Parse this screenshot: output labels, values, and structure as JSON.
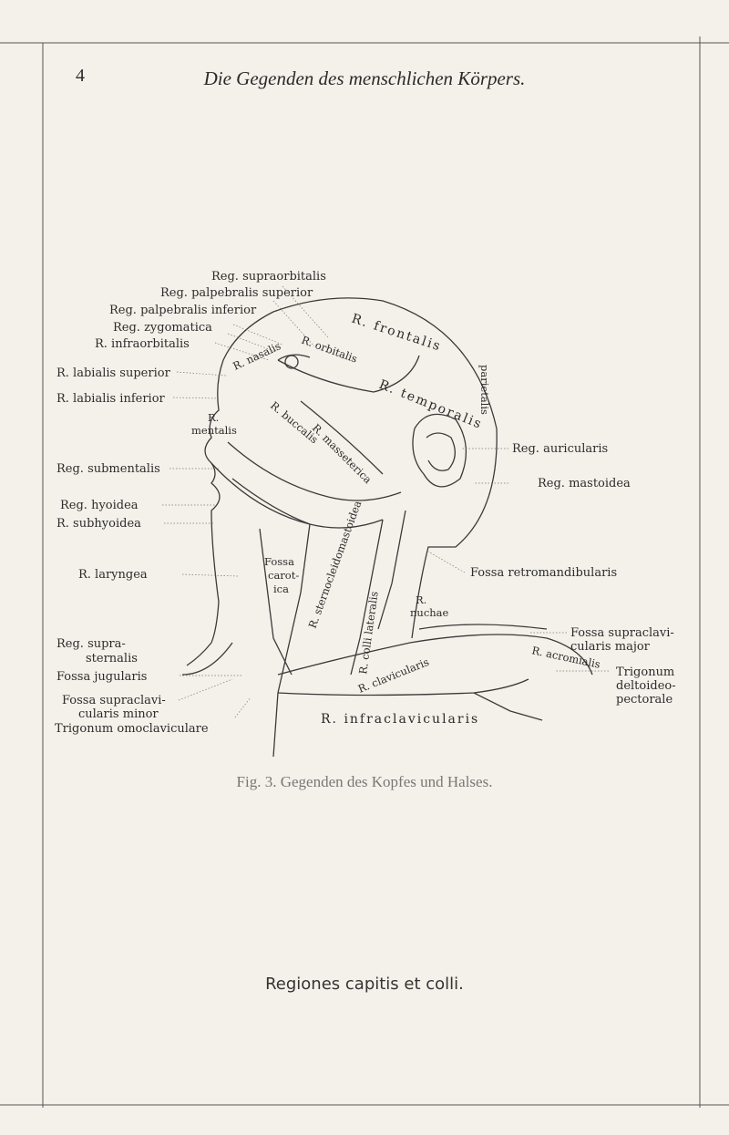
{
  "page": {
    "number": "4",
    "running_head": "Die Gegenden des menschlichen Körpers.",
    "caption": "Fig. 3. Gegenden des Kopfes und Halses.",
    "plate_title": "Regiones capitis et colli."
  },
  "labels_left": {
    "supraorbitalis": "Reg. supraorbitalis",
    "palpebralis_superior": "Reg. palpebralis superior",
    "palpebralis_inferior": "Reg. palpebralis inferior",
    "zygomatica": "Reg. zygomatica",
    "infraorbitalis": "R. infraorbitalis",
    "labialis_superior": "R. labialis superior",
    "labialis_inferior": "R. labialis inferior",
    "submentalis": "Reg. submentalis",
    "hyoidea": "Reg. hyoidea",
    "subhyoidea": "R. subhyoidea",
    "laryngea": "R. laryngea",
    "supra_sternalis_1": "Reg. supra-",
    "supra_sternalis_2": "sternalis",
    "fossa_jugularis": "Fossa jugularis",
    "fossa_supraclav_minor_1": "Fossa supraclavi-",
    "fossa_supraclav_minor_2": "cularis minor",
    "trigonum_omoclav": "Trigonum omoclaviculare"
  },
  "labels_right": {
    "auricularis": "Reg. auricularis",
    "mastoidea": "Reg. mastoidea",
    "retromandibularis": "Fossa retromandibularis",
    "fossa_supraclav_major_1": "Fossa supraclavi-",
    "fossa_supraclav_major_2": "cularis major",
    "trigonum_delto_1": "Trigonum",
    "trigonum_delto_2": "deltoideo-",
    "trigonum_delto_3": "pectorale"
  },
  "labels_inside": {
    "frontalis": "R. frontalis",
    "temporalis": "R. temporalis",
    "parietalis": "parietalis",
    "mentalis_r": "R.",
    "mentalis": "mentalis",
    "fossa_carotica_1": "Fossa",
    "fossa_carotica_2": "carot-",
    "fossa_carotica_3": "ica",
    "nuchae_r": "R.",
    "nuchae": "nuchae",
    "acromialis": "R. acromialis",
    "clavicularis": "R. clavicularis",
    "infraclavicularis": "R. infraclavicularis",
    "colli_lateralis": "R. colli lateralis",
    "sternocleido": "R. sternocleidomastoidea",
    "masseterica": "R. masseterica",
    "buccalis": "R. buccalis",
    "nasalis": "R. nasalis",
    "orbitalis": "R. orbitalis"
  }
}
